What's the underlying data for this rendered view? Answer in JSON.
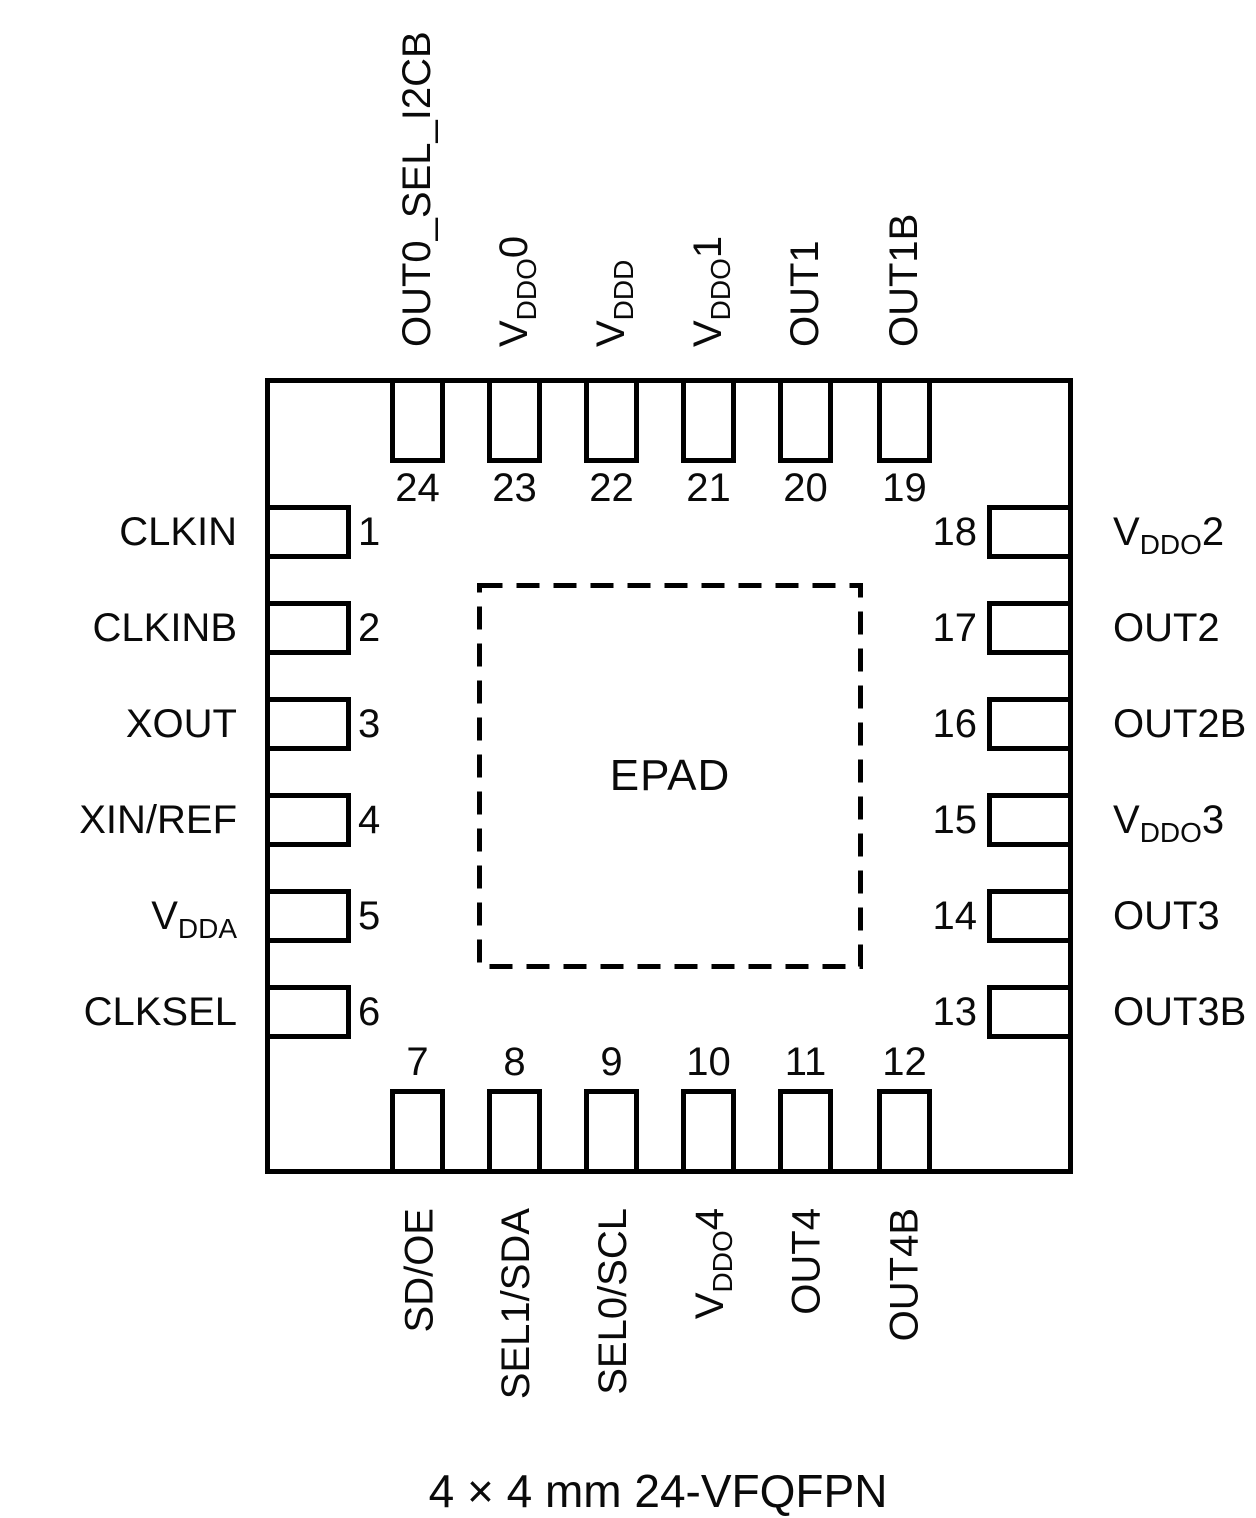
{
  "package": {
    "epad_label": "EPAD"
  },
  "caption": "4 × 4 mm 24-VFQFPN",
  "pins": {
    "left": [
      {
        "number": "1",
        "pre": "CLKIN",
        "sub": "",
        "post": ""
      },
      {
        "number": "2",
        "pre": "CLKINB",
        "sub": "",
        "post": ""
      },
      {
        "number": "3",
        "pre": "XOUT",
        "sub": "",
        "post": ""
      },
      {
        "number": "4",
        "pre": "XIN/REF",
        "sub": "",
        "post": ""
      },
      {
        "number": "5",
        "pre": "V",
        "sub": "DDA",
        "post": ""
      },
      {
        "number": "6",
        "pre": "CLKSEL",
        "sub": "",
        "post": ""
      }
    ],
    "right": [
      {
        "number": "18",
        "pre": "V",
        "sub": "DDO",
        "post": "2"
      },
      {
        "number": "17",
        "pre": "OUT2",
        "sub": "",
        "post": ""
      },
      {
        "number": "16",
        "pre": "OUT2B",
        "sub": "",
        "post": ""
      },
      {
        "number": "15",
        "pre": "V",
        "sub": "DDO",
        "post": "3"
      },
      {
        "number": "14",
        "pre": "OUT3",
        "sub": "",
        "post": ""
      },
      {
        "number": "13",
        "pre": "OUT3B",
        "sub": "",
        "post": ""
      }
    ],
    "top": [
      {
        "number": "24",
        "pre": "OUT0_SEL_I2CB",
        "sub": "",
        "post": ""
      },
      {
        "number": "23",
        "pre": "V",
        "sub": "DDO",
        "post": "0"
      },
      {
        "number": "22",
        "pre": "V",
        "sub": "DDD",
        "post": ""
      },
      {
        "number": "21",
        "pre": "V",
        "sub": "DDO",
        "post": "1"
      },
      {
        "number": "20",
        "pre": "OUT1",
        "sub": "",
        "post": ""
      },
      {
        "number": "19",
        "pre": "OUT1B",
        "sub": "",
        "post": ""
      }
    ],
    "bottom": [
      {
        "number": "7",
        "pre": "SD/OE",
        "sub": "",
        "post": ""
      },
      {
        "number": "8",
        "pre": "SEL1/SDA",
        "sub": "",
        "post": ""
      },
      {
        "number": "9",
        "pre": "SEL0/SCL",
        "sub": "",
        "post": ""
      },
      {
        "number": "10",
        "pre": "V",
        "sub": "DDO",
        "post": "4"
      },
      {
        "number": "11",
        "pre": "OUT4",
        "sub": "",
        "post": ""
      },
      {
        "number": "12",
        "pre": "OUT4B",
        "sub": "",
        "post": ""
      }
    ]
  }
}
